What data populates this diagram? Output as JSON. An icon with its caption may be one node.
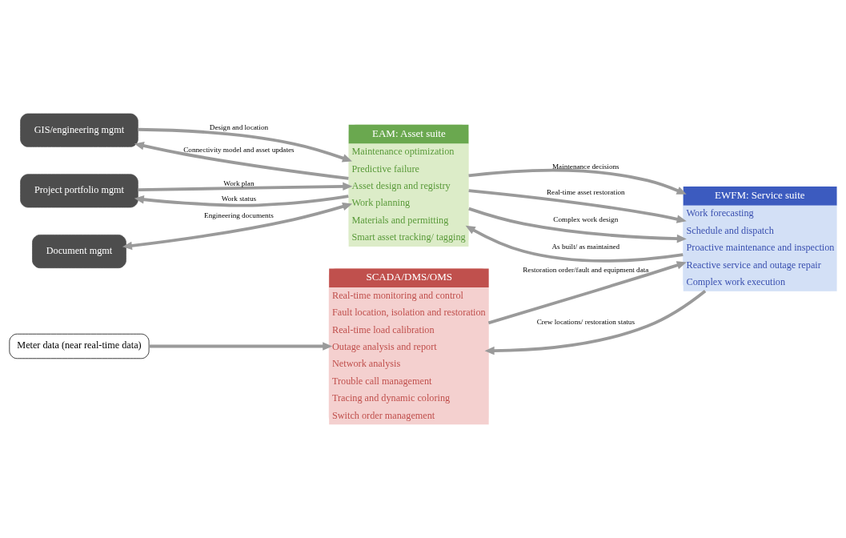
{
  "diagram": {
    "nodes": [
      {
        "text": [
          "SCADA/DMS/OMS",
          "Real-time monitoring and control",
          "Fault location, isolation and restoration",
          "Real-time load calibration",
          "Outage analysis and report",
          "Network analysis",
          "Trouble call management",
          "Tracing and dynamic coloring",
          "Switch order management"
        ]
      },
      {
        "text": [
          "Meter data (near real-time data)"
        ]
      },
      {
        "text": [
          "GIS/engineering mgmt"
        ]
      },
      {
        "text": [
          "Project portfolio mgmt"
        ]
      },
      {
        "text": [
          "Document mgmt"
        ]
      },
      {
        "text": [
          "EAM: Asset suite",
          "Maintenance optimization",
          "Predictive failure",
          "Asset design and registry",
          "Work planning",
          "Materials and permitting",
          "Smart asset tracking/ tagging"
        ]
      },
      {
        "text": [
          "EWFM: Service suite",
          "Work forecasting",
          "Schedule and dispatch",
          "Proactive maintenance and inspection",
          "Reactive service and outage repair",
          "Complex work execution"
        ]
      }
    ],
    "edges": [
      {
        "from": 1,
        "to": 0,
        "arrow": "to"
      },
      {
        "from": 0,
        "to": 6,
        "arrow": "to",
        "label": "Restoration order/fault and equipment data"
      },
      {
        "from": 6,
        "to": 0,
        "arrow": "to",
        "label": "Crew locations/ restoration status"
      },
      {
        "from": 2,
        "to": 5,
        "arrow": "to",
        "label": "Design and location"
      },
      {
        "from": 5,
        "to": 2,
        "arrow": "to",
        "label": "Connectivity model and asset updates"
      },
      {
        "from": 3,
        "to": 5,
        "arrow": "to",
        "label": "Work plan"
      },
      {
        "from": 5,
        "to": 3,
        "arrow": "to",
        "label": "Work status"
      },
      {
        "from": 4,
        "to": 5,
        "arrow": "both",
        "label": "Engineering documents"
      },
      {
        "from": 5,
        "to": 6,
        "arrow": "to",
        "label": "Maintenance decisions"
      },
      {
        "from": 5,
        "to": 6,
        "arrow": "to",
        "label": "Real-time asset restoration"
      },
      {
        "from": 5,
        "to": 6,
        "arrow": "to",
        "label": "Complex work design"
      },
      {
        "from": 6,
        "to": 5,
        "arrow": "to",
        "label": "As built/ as maintained"
      }
    ]
  }
}
